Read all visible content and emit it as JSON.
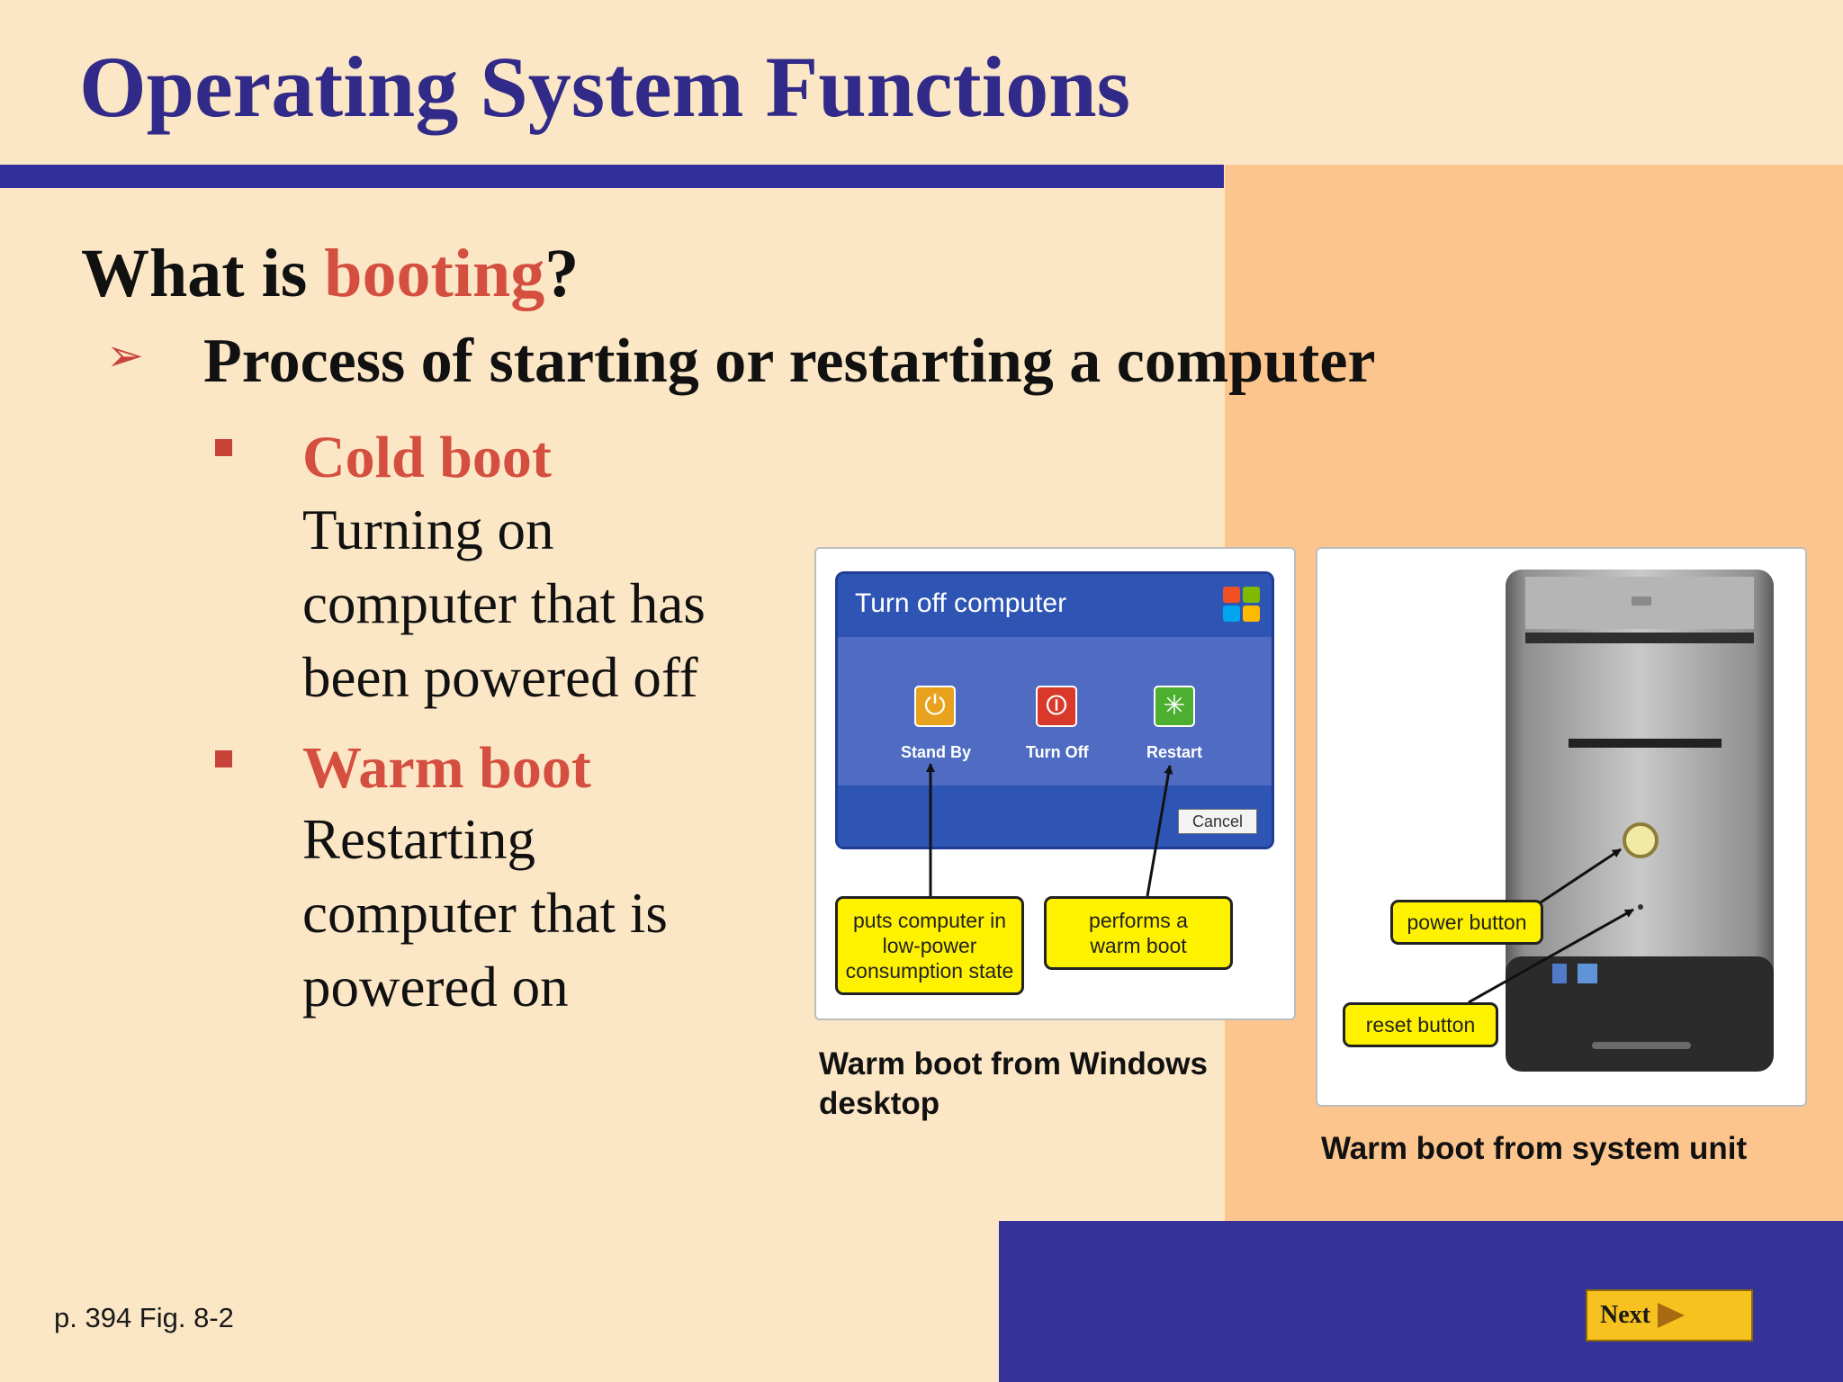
{
  "slide": {
    "title": "Operating System Functions",
    "heading": {
      "prefix": "What is ",
      "highlight": "booting",
      "suffix": "?"
    },
    "point": "Process of starting or restarting a computer",
    "bullets": [
      {
        "title": "Cold boot",
        "lines": [
          "Turning on",
          "computer that has",
          "been powered off"
        ]
      },
      {
        "title": "Warm boot",
        "lines": [
          "Restarting",
          "computer that is",
          "powered on"
        ]
      }
    ],
    "footnote": "p. 394 Fig. 8-2",
    "next_label": "Next"
  },
  "figure_dialog": {
    "dialog_title": "Turn off computer",
    "buttons": [
      "Stand By",
      "Turn Off",
      "Restart"
    ],
    "cancel_label": "Cancel",
    "callout_standby": [
      "puts computer in",
      "low-power",
      "consumption state"
    ],
    "callout_restart": [
      "performs a",
      "warm boot"
    ],
    "caption": [
      "Warm boot from Windows",
      "desktop"
    ]
  },
  "figure_tower": {
    "callout_power": "power button",
    "callout_reset": "reset button",
    "caption": "Warm boot from system unit"
  },
  "colors": {
    "background": "#fbe7c6",
    "accent_column": "#fdc58e",
    "title": "#322a88",
    "rule_and_nav": "#35329a",
    "highlight": "#d54f40",
    "callout": "#fff200",
    "next_button": "#f7c21f"
  }
}
